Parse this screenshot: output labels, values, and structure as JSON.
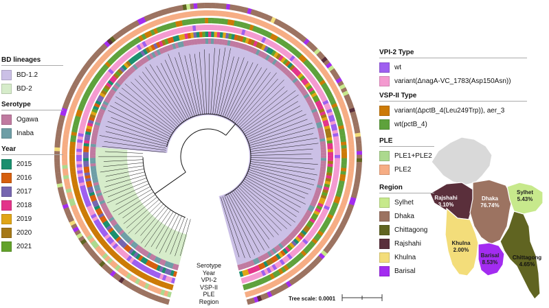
{
  "colors": {
    "bd12": "#cbc0e6",
    "bd2": "#d6ecca",
    "ogawa": "#c07aa0",
    "inaba": "#6e9ea6",
    "years": [
      "#1a8f6e",
      "#d65f0e",
      "#7666b0",
      "#e3348a",
      "#e0a516",
      "#a57817",
      "#62a22a"
    ],
    "vpi_wt": "#9e5ff0",
    "vpi_variant": "#f49ad0",
    "vsp_variant": "#cc7a06",
    "vsp_wt": "#5ea23c",
    "ple12": "#acd98e",
    "ple2": "#f6ad84",
    "region": {
      "Sylhet": "#c7e98c",
      "Dhaka": "#9c7361",
      "Chittagong": "#606421",
      "Rajshahi": "#5a2f3b",
      "Khulna": "#f3dd7a",
      "Barisal": "#a32cf0"
    }
  },
  "legend_left": {
    "bd": {
      "title": "BD lineages",
      "items": [
        "BD-1.2",
        "BD-2"
      ]
    },
    "serotype": {
      "title": "Serotype",
      "items": [
        "Ogawa",
        "Inaba"
      ]
    },
    "year": {
      "title": "Year",
      "items": [
        "2015",
        "2016",
        "2017",
        "2018",
        "2019",
        "2020",
        "2021"
      ]
    }
  },
  "legend_right": {
    "vpi": {
      "title": "VPI-2 Type",
      "items": [
        "wt",
        "variant(ΔnagA-VC_1783(Asp150Asn))"
      ]
    },
    "vsp": {
      "title": "VSP-II Type",
      "items": [
        "variant(ΔpctB_4(Leu249Trp)), aer_3",
        "wt(pctB_4)"
      ]
    },
    "ple": {
      "title": "PLE",
      "items": [
        "PLE1+PLE2",
        "PLE2"
      ]
    },
    "region": {
      "title": "Region",
      "items": [
        "Sylhet",
        "Dhaka",
        "Chittagong",
        "Rajshahi",
        "Khulna",
        "Barisal"
      ]
    }
  },
  "ring_labels": [
    "Serotype",
    "Year",
    "VPI-2",
    "VSP-II",
    "PLE",
    "Region"
  ],
  "tree_scale": "Tree scale: 0.0001",
  "map": {
    "regions": [
      {
        "name": "Rajshahi",
        "pct": "3.10%"
      },
      {
        "name": "Dhaka",
        "pct": "76.74%"
      },
      {
        "name": "Sylhet",
        "pct": "5.43%"
      },
      {
        "name": "Khulna",
        "pct": "2.00%"
      },
      {
        "name": "Barisal",
        "pct": "8.53%"
      },
      {
        "name": "Chittagong",
        "pct": "4.65%"
      }
    ]
  }
}
